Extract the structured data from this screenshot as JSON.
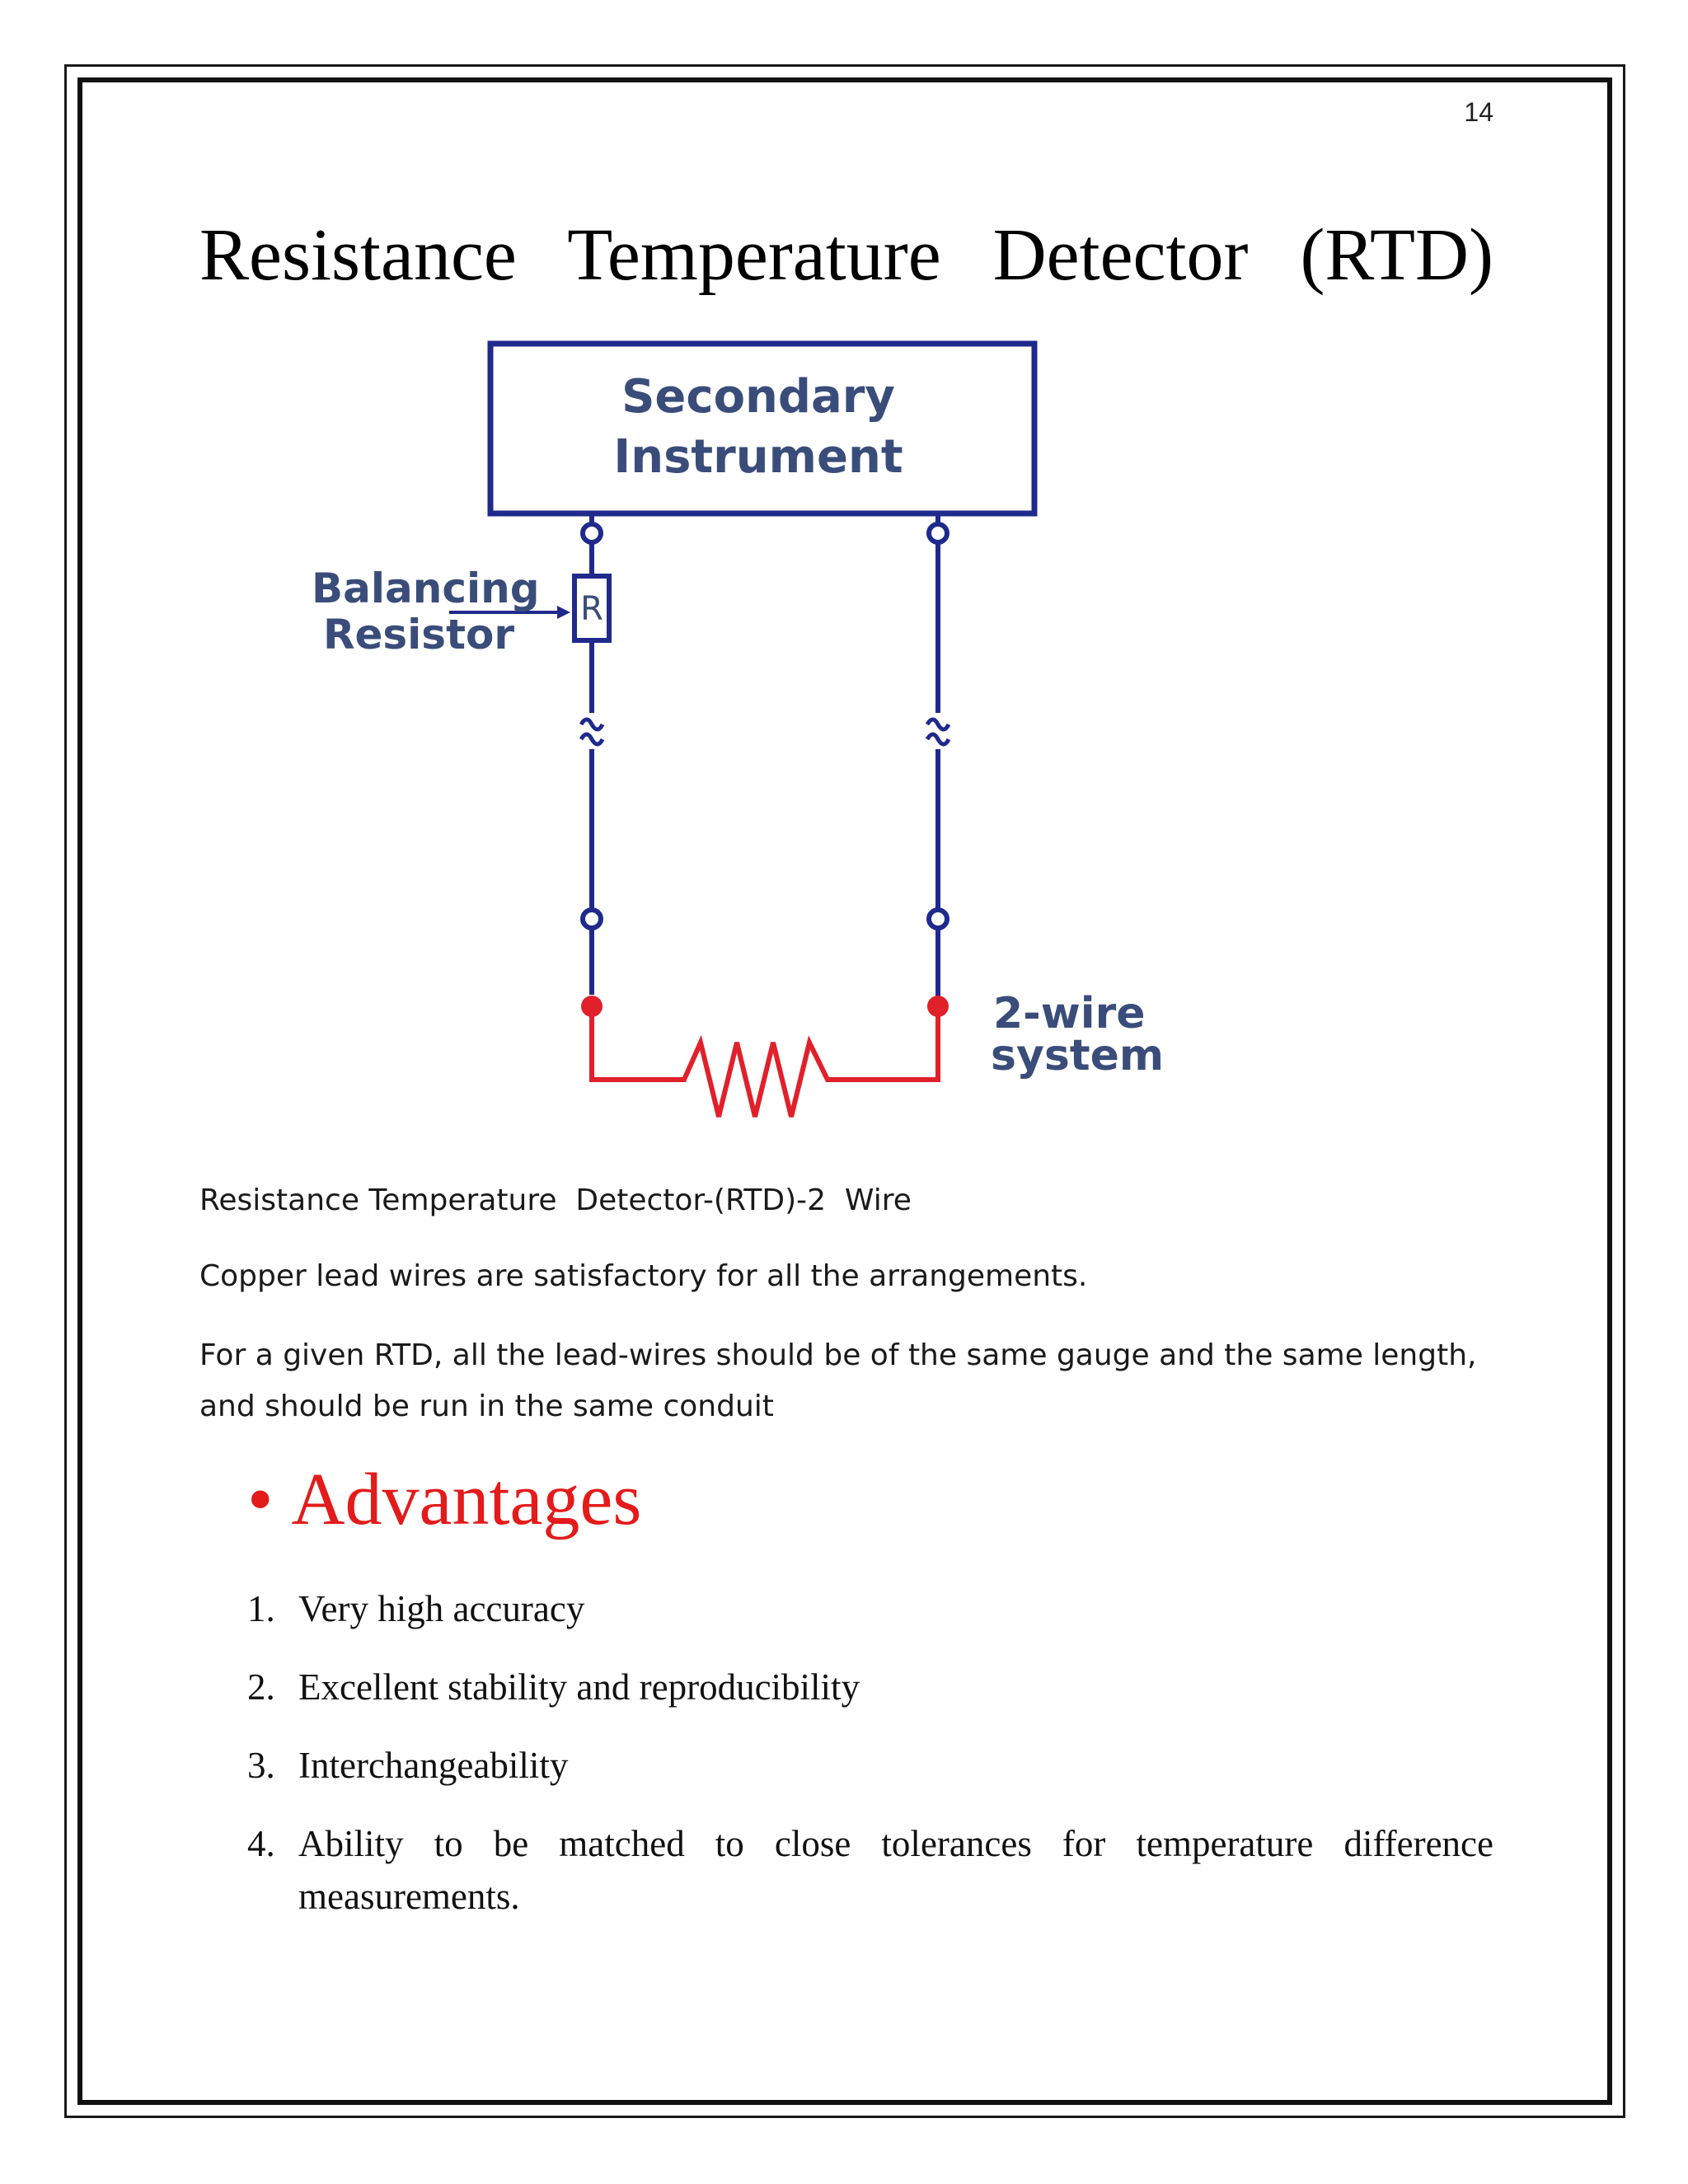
{
  "page_number": "14",
  "title": "Resistance Temperature Detector (RTD)",
  "diagram": {
    "box_label_line1": "Secondary",
    "box_label_line2": "Instrument",
    "balancing_label_line1": "Balancing",
    "balancing_label_line2": "Resistor",
    "resistor_symbol": "R",
    "system_label_line1": "2-wire",
    "system_label_line2": "system",
    "colors": {
      "wire": "#1f2a8c",
      "rtd": "#e0202a",
      "label": "#3a4d7a"
    }
  },
  "caption": "Resistance Temperature  Detector-(RTD)-2  Wire",
  "paragraphs": [
    "Copper lead wires are satisfactory for all the arrangements.",
    "For a given RTD, all the lead-wires should be of the same gauge and the same length, and should be run in the same conduit"
  ],
  "advantages": {
    "bullet": "•",
    "heading": "Advantages",
    "heading_color": "#e31b1b",
    "items": [
      {
        "num": "1.",
        "text": "Very high accuracy"
      },
      {
        "num": "2.",
        "text": "Excellent stability and reproducibility"
      },
      {
        "num": "3.",
        "text": "Interchangeability"
      },
      {
        "num": "4.",
        "text": "Ability to be matched to close tolerances for temperature difference measurements."
      }
    ]
  }
}
